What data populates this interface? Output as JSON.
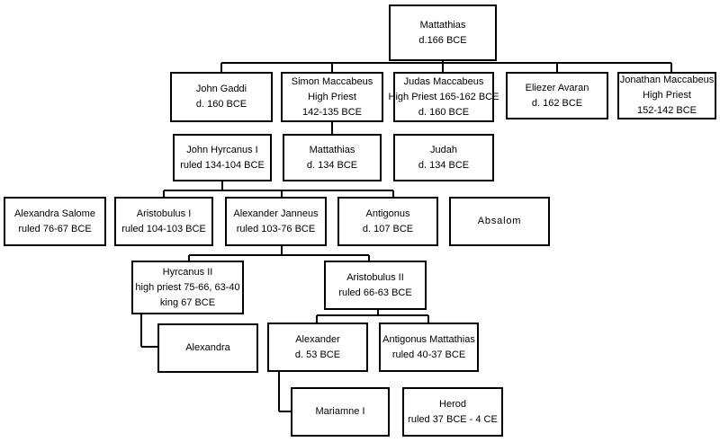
{
  "people": {
    "mattathias_root": [
      "Mattathias",
      "d.166 BCE"
    ],
    "john_gaddi": [
      "John Gaddi",
      "d. 160 BCE"
    ],
    "simon": [
      "Simon Maccabeus",
      "High Priest",
      "142-135 BCE"
    ],
    "judas": [
      "Judas Maccabeus",
      "High Priest  165-162 BCE",
      "d. 160 BCE"
    ],
    "eliezer": [
      "Eliezer Avaran",
      "d. 162 BCE"
    ],
    "jonathan": [
      "Jonathan Maccabeus",
      "High Priest",
      "152-142 BCE"
    ],
    "john_hyrcanus": [
      "John Hyrcanus I",
      "ruled 134-104 BCE"
    ],
    "mattathias_son": [
      "Mattathias",
      "d. 134 BCE"
    ],
    "judah": [
      "Judah",
      "d. 134 BCE"
    ],
    "alexandra_salome": [
      "Alexandra Salome",
      "ruled 76-67 BCE"
    ],
    "aristobulus_i": [
      "Aristobulus I",
      "ruled 104-103 BCE"
    ],
    "alexander_janneus": [
      "Alexander Janneus",
      "ruled 103-76 BCE"
    ],
    "antigonus": [
      "Antigonus",
      "d. 107 BCE"
    ],
    "absalom": [
      "Absalom"
    ],
    "hyrcanus_ii": [
      "Hyrcanus II",
      "high priest 75-66, 63-40",
      "king 67 BCE"
    ],
    "aristobulus_ii": [
      "Aristobulus II",
      "ruled 66-63 BCE"
    ],
    "alexandra": [
      "Alexandra"
    ],
    "alexander": [
      "Alexander",
      "d. 53 BCE"
    ],
    "antigonus_mattathias": [
      "Antigonus  Mattathias",
      "ruled 40-37 BCE"
    ],
    "mariamne": [
      "Mariamne I"
    ],
    "herod": [
      "Herod",
      "ruled 37 BCE - 4 CE"
    ]
  }
}
